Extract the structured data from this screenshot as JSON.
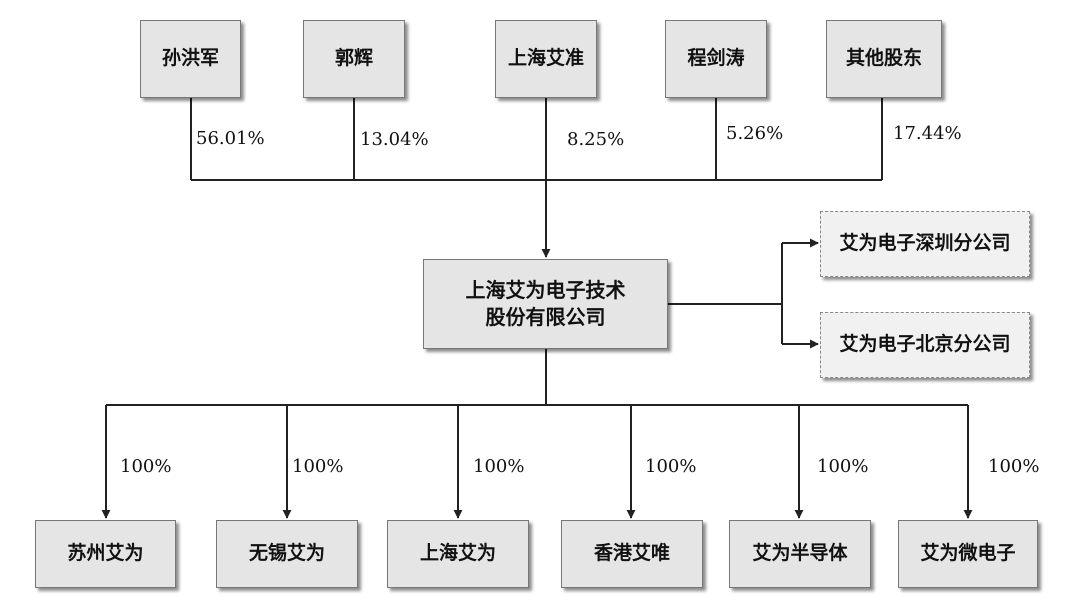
{
  "shareholders": [
    {
      "name": "孙洪军",
      "pct": "56.01%"
    },
    {
      "name": "郭辉",
      "pct": "13.04%"
    },
    {
      "name": "上海艾准",
      "pct": "8.25%"
    },
    {
      "name": "程剑涛",
      "pct": "5.26%"
    },
    {
      "name": "其他股东",
      "pct": "17.44%"
    }
  ],
  "company": {
    "line1": "上海艾为电子技术",
    "line2": "股份有限公司"
  },
  "branches": [
    {
      "name": "艾为电子深圳分公司"
    },
    {
      "name": "艾为电子北京分公司"
    }
  ],
  "subsidiaries": [
    {
      "name": "苏州艾为",
      "pct": "100%"
    },
    {
      "name": "无锡艾为",
      "pct": "100%"
    },
    {
      "name": "上海艾为",
      "pct": "100%"
    },
    {
      "name": "香港艾唯",
      "pct": "100%"
    },
    {
      "name": "艾为半导体",
      "pct": "100%"
    },
    {
      "name": "艾为微电子",
      "pct": "100%"
    }
  ]
}
